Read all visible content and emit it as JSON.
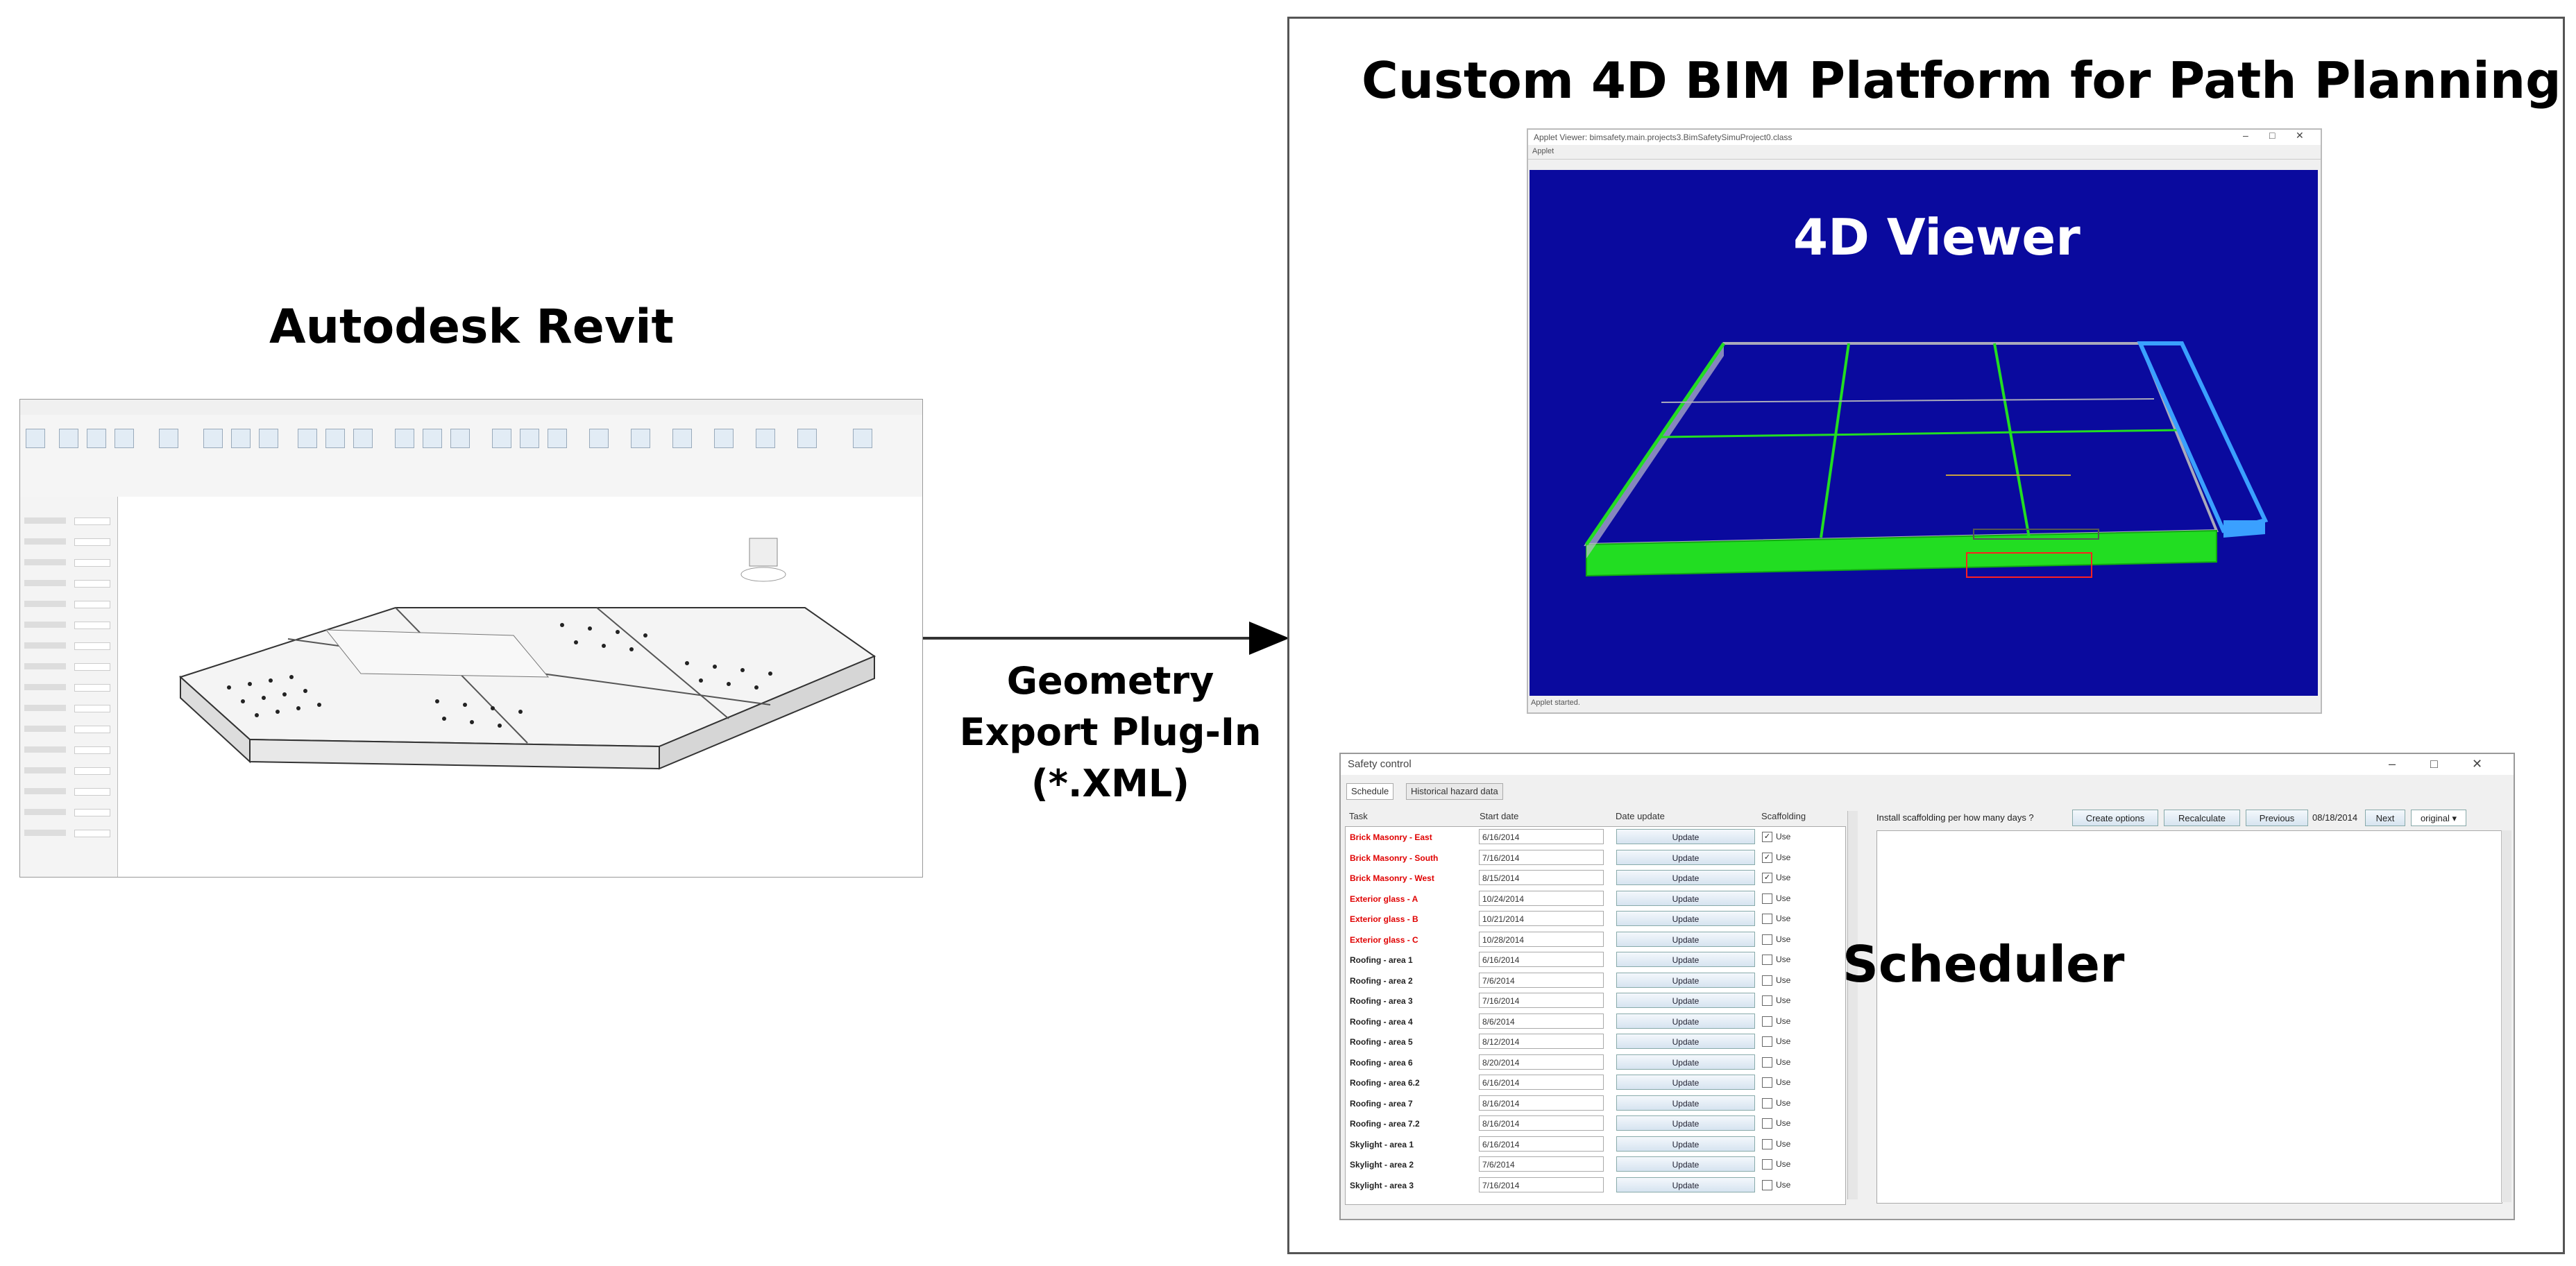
{
  "labels": {
    "revit_title": "Autodesk Revit",
    "plugin_line1": "Geometry",
    "plugin_line2": "Export Plug-In",
    "plugin_line3": "(*.XML)",
    "platform_title": "Custom 4D BIM Platform for Path Planning",
    "viewer_label": "4D Viewer",
    "scheduler_label": "Scheduler"
  },
  "viewer_window": {
    "title": "Applet Viewer: bimsafety.main.projects3.BimSafetySimuProject0.class",
    "menu": "Applet",
    "status": "Applet started."
  },
  "scheduler_window": {
    "title": "Safety control",
    "tabs": [
      "Schedule",
      "Historical hazard data"
    ],
    "columns": [
      "Task",
      "Start date",
      "Date update",
      "Scaffolding"
    ],
    "update_label": "Update",
    "use_label": "Use",
    "install_label": "Install scaffolding per how many days ?",
    "buttons": [
      "Create options",
      "Recalculate",
      "Previous",
      "Next"
    ],
    "current_date": "08/18/2014",
    "mode": "original",
    "rows": [
      {
        "task": "Brick Masonry - East",
        "date": "6/16/2014",
        "checked": true,
        "highlight": true
      },
      {
        "task": "Brick Masonry - South",
        "date": "7/16/2014",
        "checked": true,
        "highlight": true
      },
      {
        "task": "Brick Masonry - West",
        "date": "8/15/2014",
        "checked": true,
        "highlight": true
      },
      {
        "task": "Exterior glass - A",
        "date": "10/24/2014",
        "checked": false,
        "highlight": true
      },
      {
        "task": "Exterior glass - B",
        "date": "10/21/2014",
        "checked": false,
        "highlight": true
      },
      {
        "task": "Exterior glass - C",
        "date": "10/28/2014",
        "checked": false,
        "highlight": true
      },
      {
        "task": "Roofing - area 1",
        "date": "6/16/2014",
        "checked": false,
        "highlight": false
      },
      {
        "task": "Roofing - area 2",
        "date": "7/6/2014",
        "checked": false,
        "highlight": false
      },
      {
        "task": "Roofing - area 3",
        "date": "7/16/2014",
        "checked": false,
        "highlight": false
      },
      {
        "task": "Roofing - area 4",
        "date": "8/6/2014",
        "checked": false,
        "highlight": false
      },
      {
        "task": "Roofing - area 5",
        "date": "8/12/2014",
        "checked": false,
        "highlight": false
      },
      {
        "task": "Roofing - area 6",
        "date": "8/20/2014",
        "checked": false,
        "highlight": false
      },
      {
        "task": "Roofing - area 6.2",
        "date": "6/16/2014",
        "checked": false,
        "highlight": false
      },
      {
        "task": "Roofing - area 7",
        "date": "8/16/2014",
        "checked": false,
        "highlight": false
      },
      {
        "task": "Roofing - area 7.2",
        "date": "8/16/2014",
        "checked": false,
        "highlight": false
      },
      {
        "task": "Skylight - area 1",
        "date": "6/16/2014",
        "checked": false,
        "highlight": false
      },
      {
        "task": "Skylight - area 2",
        "date": "7/6/2014",
        "checked": false,
        "highlight": false
      },
      {
        "task": "Skylight - area 3",
        "date": "7/16/2014",
        "checked": false,
        "highlight": false
      }
    ]
  },
  "colors": {
    "viewer_bg": "#0a0a9e",
    "highlight_text": "#e00000",
    "normal_text": "#222222",
    "building_green": "#22dd22",
    "scaffold_blue": "#3aa0ff"
  }
}
